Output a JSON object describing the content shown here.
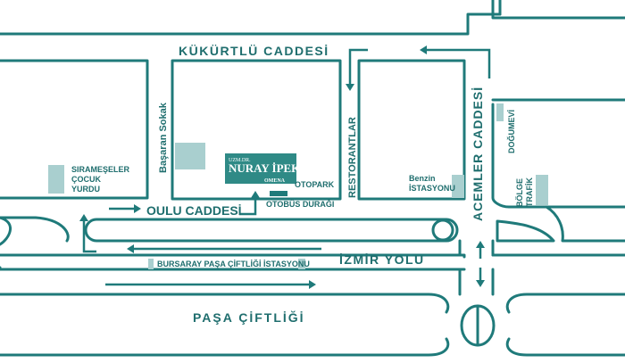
{
  "streets": {
    "kukurtlu": "KÜKÜRTLÜ CADDESİ",
    "basaran": "Başaran Sokak",
    "oulu": "OULU CADDESİ",
    "restorantlar": "RESTORANTLAR",
    "acemler": "ACEMLER CADDESİ",
    "izmir": "İZMİR YOLU",
    "pasa": "PAŞA ÇİFTLİĞİ"
  },
  "places": {
    "sirameseler_1": "SIRAMEŞELER",
    "sirameseler_2": "ÇOCUK",
    "sirameseler_3": "YURDU",
    "otopark": "OTOPARK",
    "otobus": "OTOBÜS DURAĞI",
    "benzin_1": "Benzin",
    "benzin_2": "İSTASYONU",
    "dogumevi": "DOĞUMEVİ",
    "bolge_1": "BÖLGE",
    "bolge_2": "TRAFİK",
    "bursaray": "BURSARAY PAŞA ÇİFTLİĞİ İSTASYONU"
  },
  "brand": {
    "prefix": "UZM.DR.",
    "name": "NURAY İPEK",
    "sub": "OMENA"
  },
  "colors": {
    "road": "#1f7a7a",
    "building": "#a9cfcf",
    "text": "#1f6e6e"
  }
}
